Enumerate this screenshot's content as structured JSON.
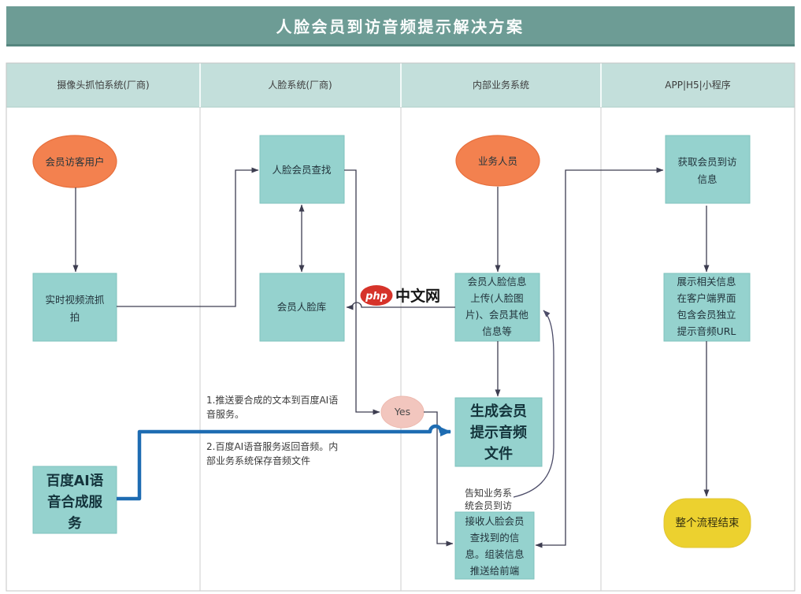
{
  "title": {
    "text": "人脸会员到访音频提示解决方案"
  },
  "lanes": [
    {
      "label": "摄像头抓怕系统(厂商)"
    },
    {
      "label": "人脸系统(厂商)"
    },
    {
      "label": "内部业务系统"
    },
    {
      "label": "APP|H5|小程序"
    }
  ],
  "nodes": {
    "visitor": {
      "label": "会员访客用户"
    },
    "capture": {
      "lines": [
        "实时视频流抓",
        "拍"
      ]
    },
    "baidu": {
      "lines": [
        "百度AI语",
        "音合成服",
        "务"
      ]
    },
    "search": {
      "label": "人脸会员查找"
    },
    "face_db": {
      "label": "会员人脸库"
    },
    "staff": {
      "label": "业务人员"
    },
    "upload": {
      "lines": [
        "会员人脸信息",
        "上传(人脸图",
        "片)、会员其他",
        "信息等"
      ]
    },
    "generate": {
      "lines": [
        "生成会员",
        "提示音频",
        "文件"
      ]
    },
    "receive": {
      "lines": [
        "接收人脸会员",
        "查找到的信",
        "息。组装信息",
        "推送给前端"
      ]
    },
    "yes": {
      "label": "Yes"
    },
    "get_info": {
      "lines": [
        "获取会员到访",
        "信息"
      ]
    },
    "display": {
      "lines": [
        "展示相关信息",
        "在客户端界面",
        "包含会员独立",
        "提示音频URL"
      ]
    },
    "end_node": {
      "label": "整个流程结束"
    }
  },
  "notes": {
    "push": {
      "lines": [
        "1.推送要合成的文本到百度AI语",
        "音服务。"
      ]
    },
    "return_audio": {
      "lines": [
        "2.百度AI语音服务返回音频。内",
        "部业务系统保存音频文件"
      ]
    },
    "notify": {
      "lines": [
        "告知业务系",
        "统会员到访"
      ]
    }
  },
  "watermark": {
    "badge": "php",
    "name": "中文网"
  },
  "colors": {
    "title_bar": "#6D9C95",
    "lane_header": "#C3DFDB",
    "process_fill": "#95D2CE",
    "actor_fill": "#F3814F",
    "yes_fill": "#F2C6BE",
    "end_fill": "#ECD12F",
    "flow_line": "#3D3D50",
    "blue_flow": "#1E6CB2",
    "php_red": "#D6332A"
  }
}
